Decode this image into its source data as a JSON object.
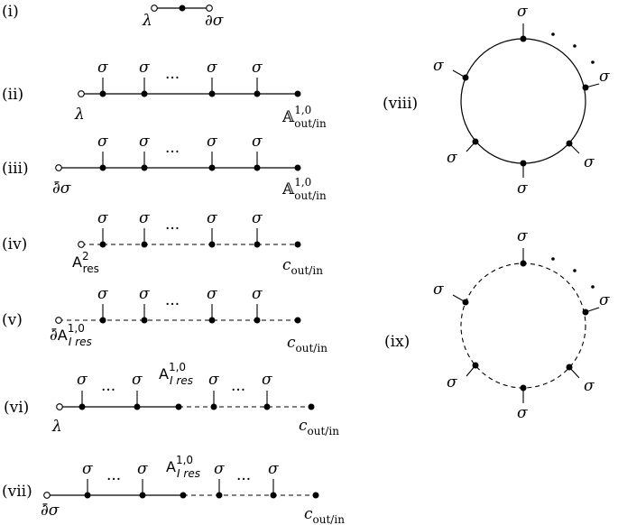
{
  "rows": [
    {
      "label": "(i)",
      "left": "λ",
      "right": "∂σ"
    },
    {
      "label": "(ii)",
      "left": "λ",
      "vertex": "σ",
      "dots": "···",
      "right_main": "𝔸",
      "right_sup": "1,0",
      "right_sub": "out/in"
    },
    {
      "label": "(iii)",
      "left": "∂̄σ",
      "vertex": "σ",
      "dots": "···",
      "right_main": "𝔸",
      "right_sup": "1,0",
      "right_sub": "out/in"
    },
    {
      "label": "(iv)",
      "left_main": "A",
      "left_sup": "2",
      "left_sub": "res",
      "vertex": "σ",
      "dots": "···",
      "right_main": "c",
      "right_sub": "out/in"
    },
    {
      "label": "(v)",
      "left_prefix": "∂̄",
      "left_main": "A",
      "left_sup": "1,0",
      "left_sub": "I res",
      "vertex": "σ",
      "dots": "···",
      "right_main": "c",
      "right_sub": "out/in"
    },
    {
      "label": "(vi)",
      "left": "λ",
      "vertex": "σ",
      "dots": "···",
      "mid_main": "A",
      "mid_sup": "1,0",
      "mid_sub": "I res",
      "right_main": "c",
      "right_sub": "out/in"
    },
    {
      "label": "(vii)",
      "left": "∂̄σ",
      "vertex": "σ",
      "dots": "···",
      "mid_main": "A",
      "mid_sup": "1,0",
      "mid_sub": "I res",
      "right_main": "c",
      "right_sub": "out/in"
    },
    {
      "label": "(viii)",
      "vertex": "σ"
    },
    {
      "label": "(ix)",
      "vertex": "σ"
    }
  ]
}
